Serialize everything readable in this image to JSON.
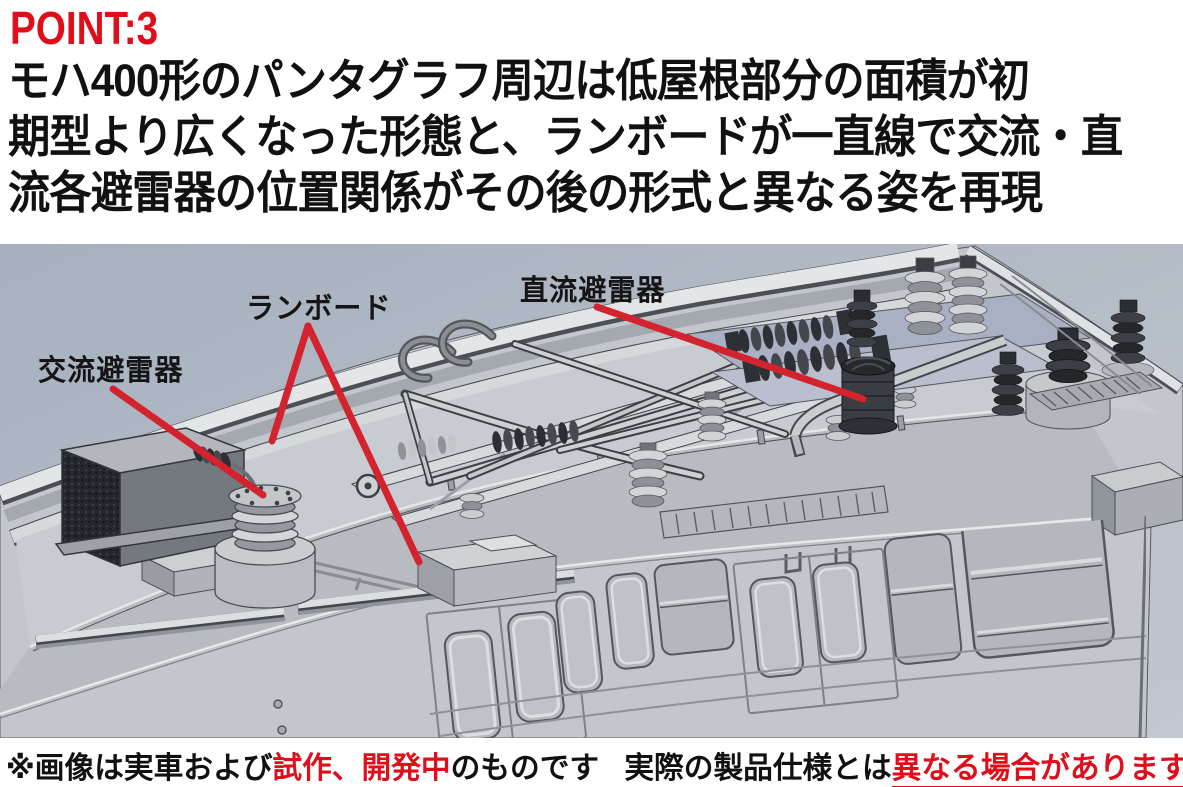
{
  "header": {
    "point_label": "POINT:3",
    "heading_lines": [
      "モハ400形のパンタグラフ周辺は低屋根部分の面積が初",
      "期型より広くなった形態と、ランボードが一直線で交流・直",
      "流各避雷器の位置関係がその後の形式と異なる姿を再現"
    ]
  },
  "figure": {
    "labels": {
      "runboard": "ランボード",
      "dc_arrester": "直流避雷器",
      "ac_arrester": "交流避雷器"
    }
  },
  "footnote": {
    "prefix": "※画像は実車および",
    "dev_status_red": "試作、開発中",
    "suffix": "のものです",
    "spec_prefix": "実際の製品仕様とは",
    "differ_red_underlined": "異なる場合があります"
  },
  "colors": {
    "accent_red": "#e00d1a",
    "annotation_red": "#d2232e",
    "render_background": "#a9b3c0"
  }
}
